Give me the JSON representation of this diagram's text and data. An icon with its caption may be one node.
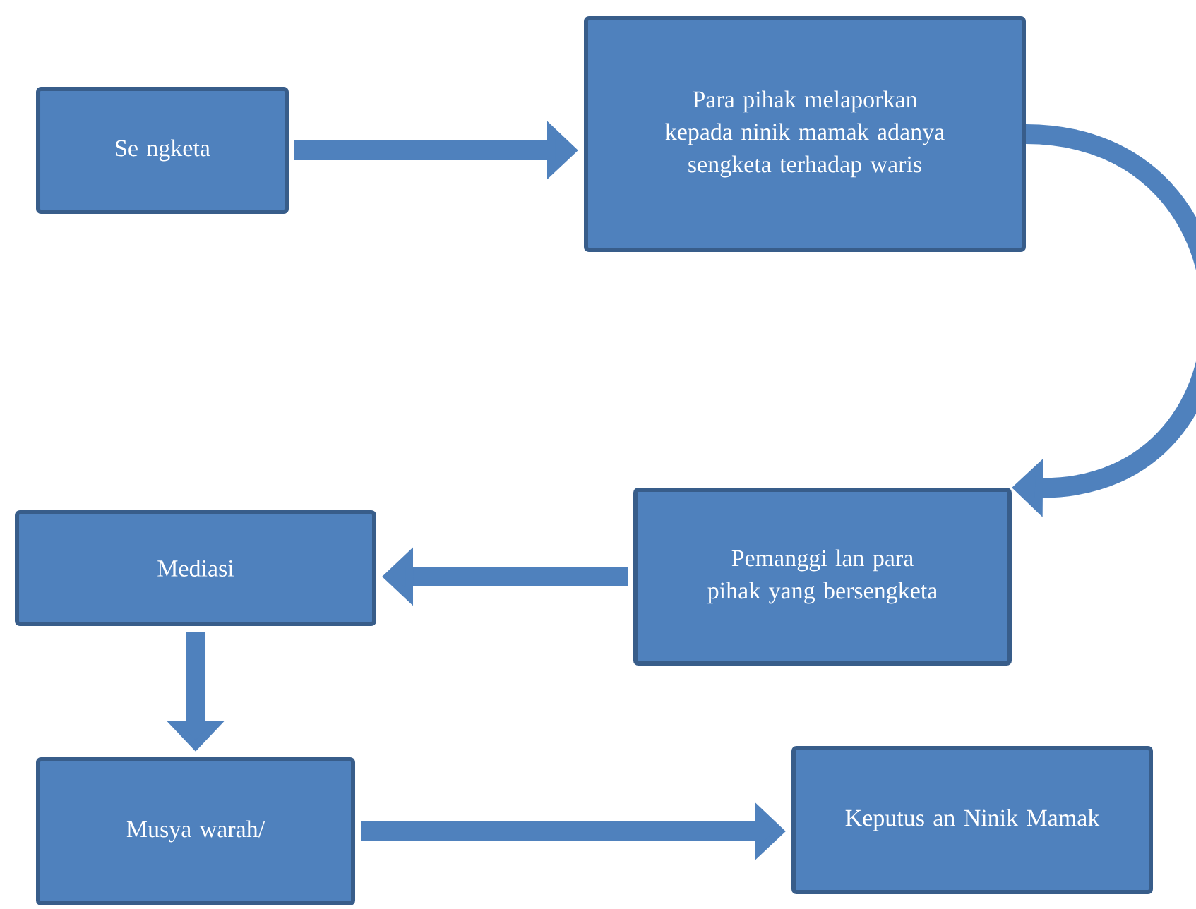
{
  "diagram": {
    "nodes": [
      {
        "text": [
          "Se ngketa"
        ]
      },
      {
        "text": [
          "Para pihak melaporkan kepada ninik mamak adanya sengketa terhadap waris"
        ]
      },
      {
        "text": [
          "Pemanggi lan para pihak yang bersengketa"
        ]
      },
      {
        "text": [
          "Mediasi"
        ]
      },
      {
        "text": [
          "Musya warah/"
        ]
      },
      {
        "text": [
          "Keputus an Ninik Mamak"
        ]
      }
    ],
    "edges": [
      {
        "from": 0,
        "to": 1,
        "arrow": "to"
      },
      {
        "from": 1,
        "to": 2,
        "arrow": "to"
      },
      {
        "from": 2,
        "to": 3,
        "arrow": "to"
      },
      {
        "from": 3,
        "to": 4,
        "arrow": "to"
      },
      {
        "from": 4,
        "to": 5,
        "arrow": "to"
      }
    ]
  }
}
